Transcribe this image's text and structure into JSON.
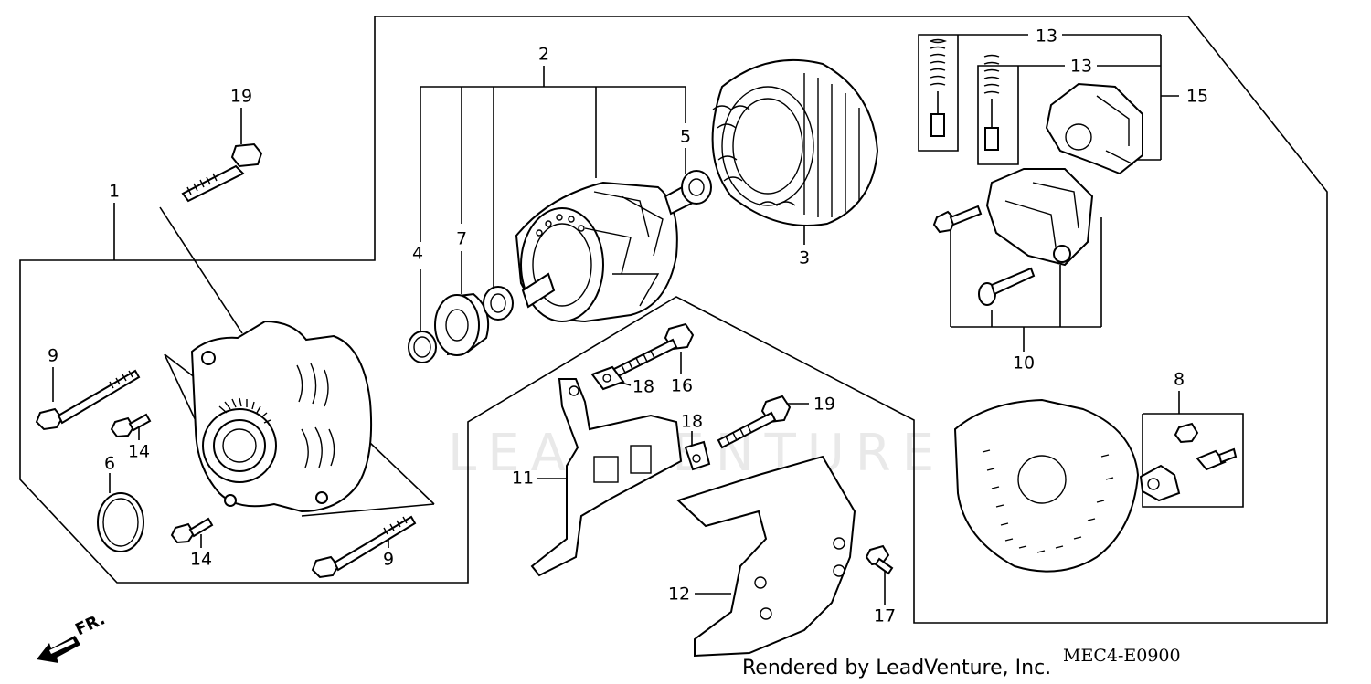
{
  "callouts": [
    "1",
    "2",
    "3",
    "4",
    "5",
    "6",
    "7",
    "8",
    "9",
    "9",
    "10",
    "11",
    "12",
    "13",
    "13",
    "14",
    "14",
    "15",
    "16",
    "17",
    "18",
    "18",
    "19",
    "19"
  ],
  "watermark": "LEADVENTURE",
  "credit": "Rendered by LeadVenture, Inc.",
  "diagram_code": "MEC4-E0900",
  "direction_label": "FR.",
  "colors": {
    "ink": "#000000",
    "paper": "#ffffff",
    "watermark": "#e9e9e9"
  }
}
